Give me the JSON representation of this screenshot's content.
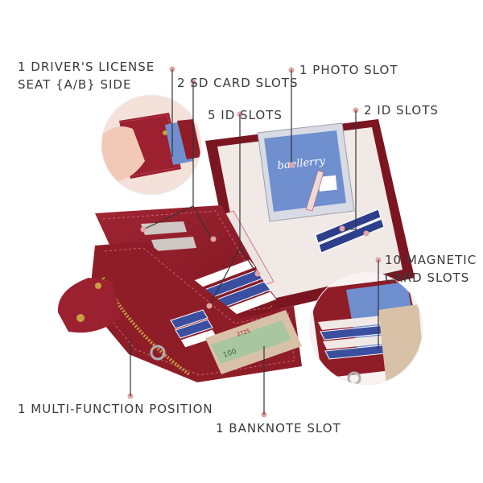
{
  "labels": {
    "drivers_license_line1": "1 DRIVER'S LICENSE",
    "drivers_license_line2": "SEAT {A/B} SIDE",
    "sd_card_slots": "2 SD CARD SLOTS",
    "photo_slot": "1 PHOTO SLOT",
    "id_slots_5": "5 ID SLOTS",
    "id_slots_2": "2 ID SLOTS",
    "magnetic_line1": "10 MAGNETIC",
    "magnetic_line2": "CARD SLOTS",
    "multi_function": "1 MULTI-FUNCTION POSITION",
    "banknote_slot": "1 BANKNOTE SLOT"
  },
  "product": {
    "brand_mark": "baellerry",
    "banknote_value": "100",
    "banknote_serial": "2725"
  },
  "colors": {
    "wallet_red": "#8e1d28",
    "wallet_dark": "#5e0f18",
    "stitching": "#c9646d",
    "card_blue": "#3a4fa0",
    "leader_dot": "#e3a4a6",
    "label_text": "#3a3a3a"
  }
}
